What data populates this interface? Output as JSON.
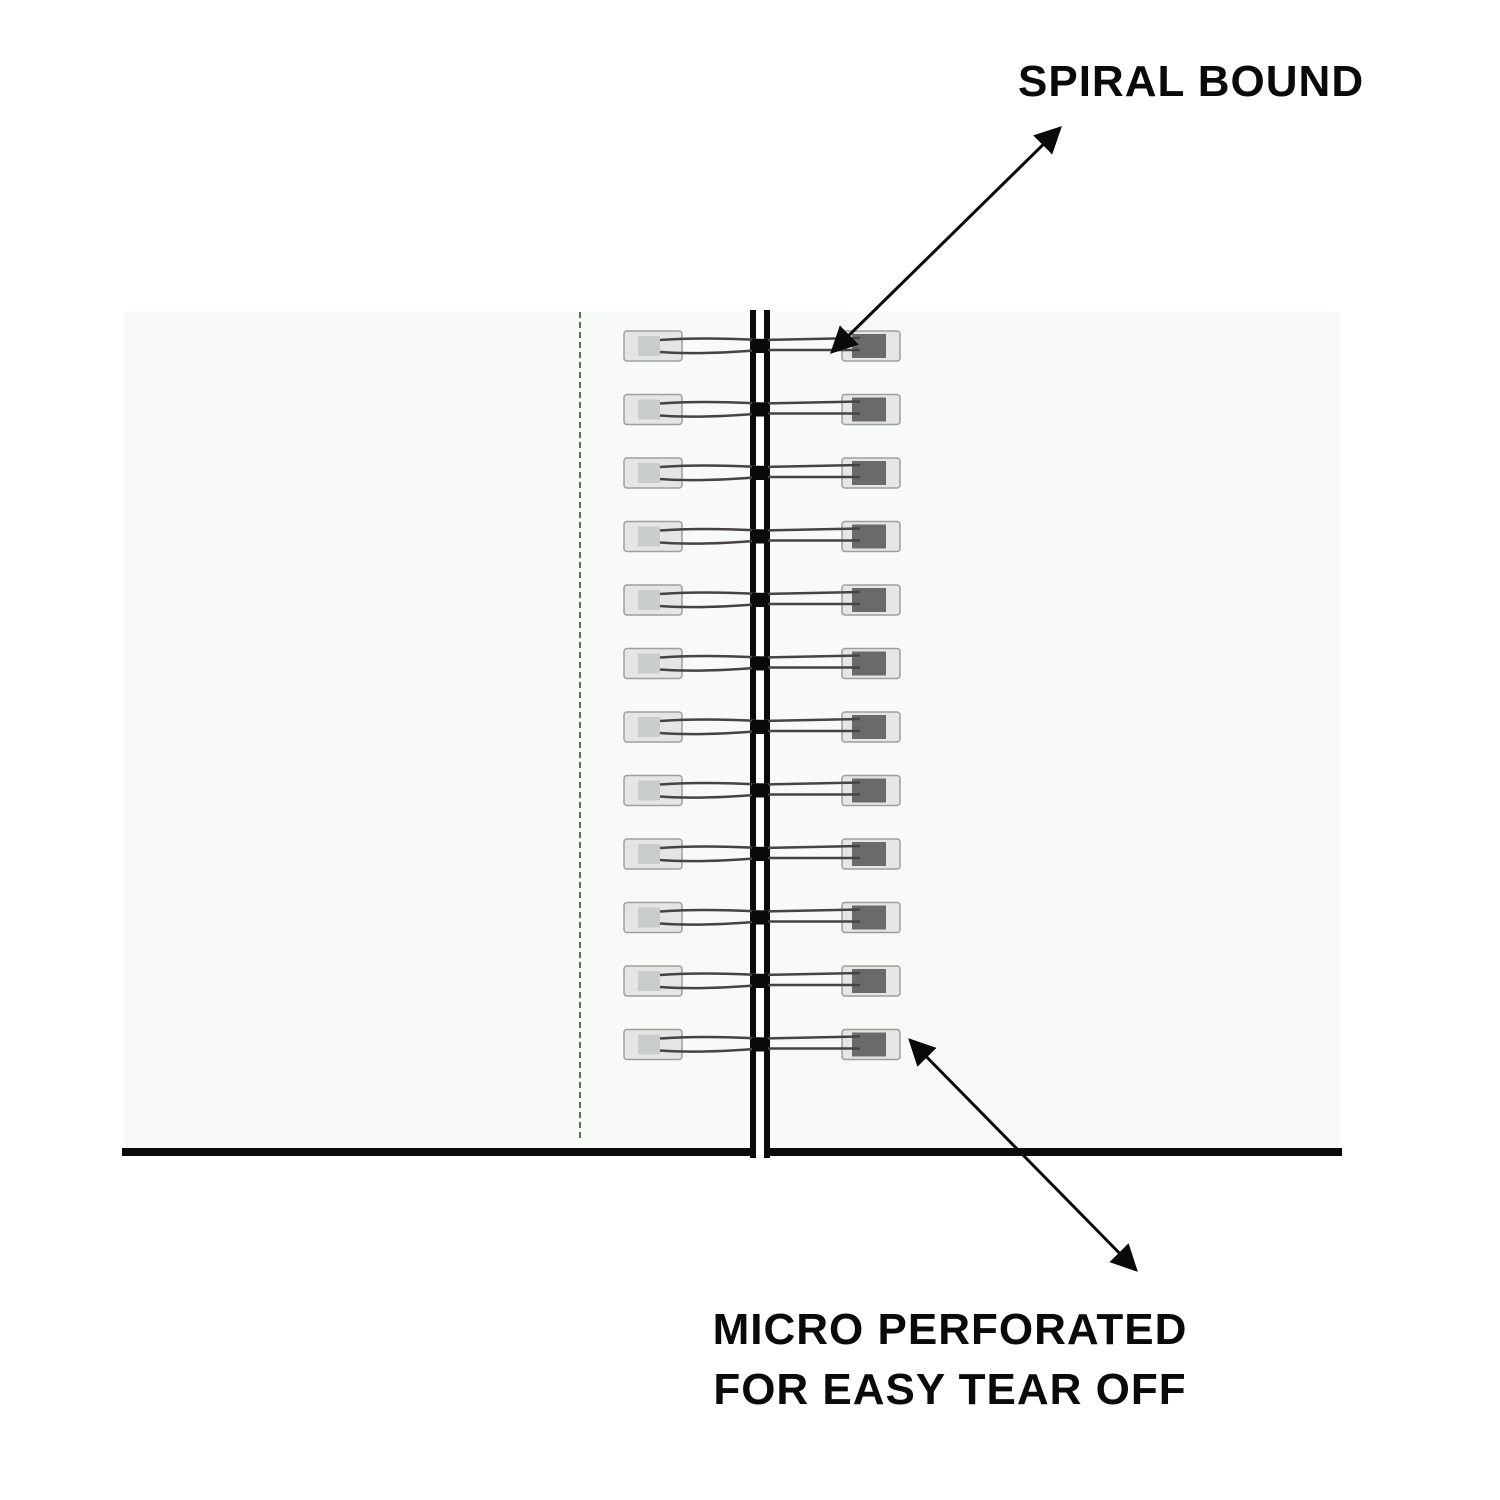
{
  "callouts": {
    "spiral_bound": "SPIRAL BOUND",
    "micro_perforated_line1": "MICRO PERFORATED",
    "micro_perforated_line2": "FOR EASY TEAR OFF"
  },
  "diagram": {
    "coil_count": 12,
    "colors": {
      "ink": "#0a0a0a",
      "page": "#f8faf7",
      "wire": "#444444",
      "hole_left": "#e3e6e5",
      "hole_right": "#6a6a6a",
      "perforation": "#4a7a4a"
    }
  }
}
